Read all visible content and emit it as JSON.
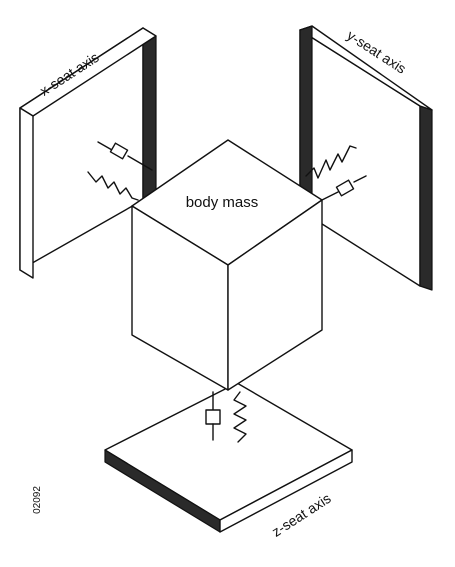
{
  "labels": {
    "body": "body mass",
    "x_axis": "x-seat axis",
    "y_axis": "y-seat axis",
    "z_axis": "z-seat axis",
    "figure_code": "02092"
  }
}
